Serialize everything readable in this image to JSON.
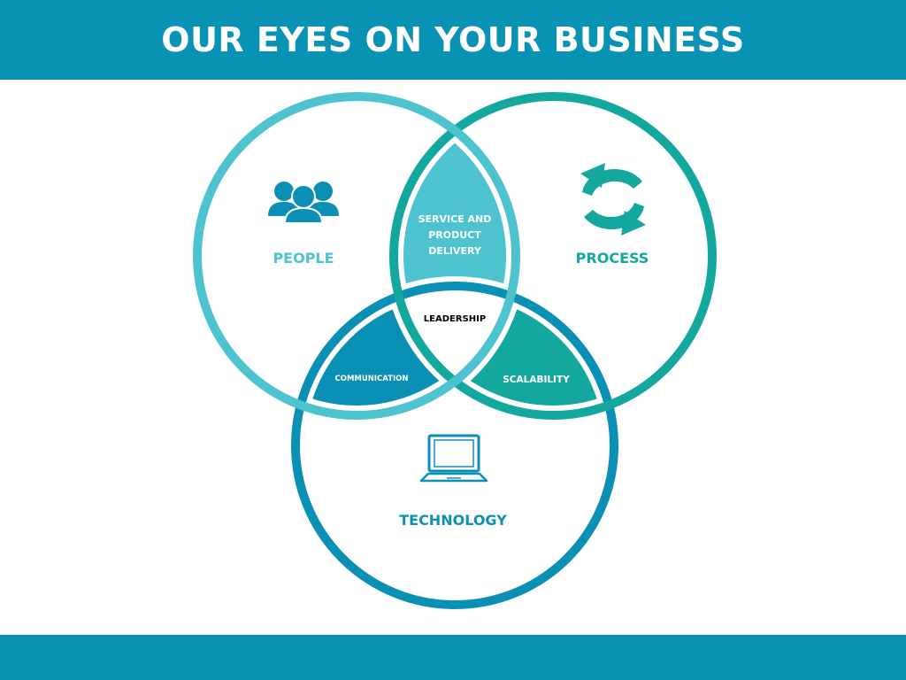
{
  "title": "OUR EYES ON YOUR BUSINESS",
  "colors": {
    "banner": "#0892b3",
    "people": "#4cc3cf",
    "process": "#13a89e",
    "technology": "#0a8fb5",
    "center_text": "#000000",
    "overlap_text": "#ffffff"
  },
  "circles": {
    "people": {
      "label": "PEOPLE",
      "icon": "people-group-icon"
    },
    "process": {
      "label": "PROCESS",
      "icon": "refresh-arrows-icon"
    },
    "technology": {
      "label": "TECHNOLOGY",
      "icon": "laptop-icon"
    }
  },
  "overlaps": {
    "people_process": [
      "SERVICE AND",
      "PRODUCT",
      "DELIVERY"
    ],
    "people_technology": "COMMUNICATION",
    "process_technology": "SCALABILITY",
    "center": "LEADERSHIP"
  }
}
